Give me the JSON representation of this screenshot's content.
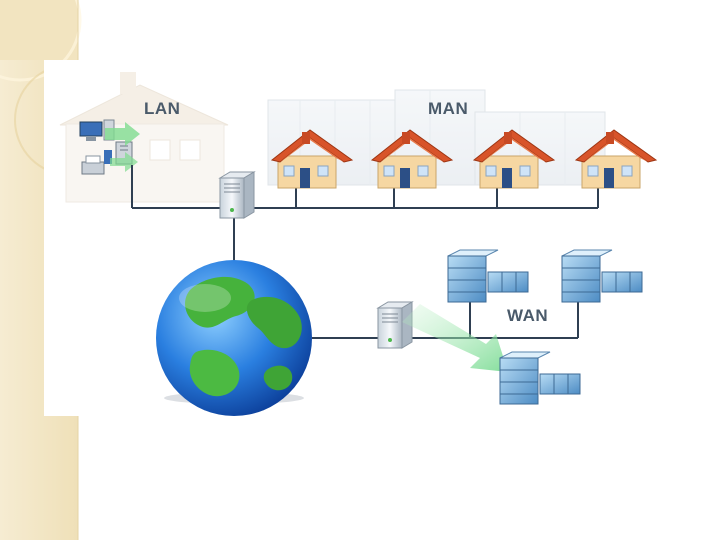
{
  "labels": {
    "lan": "LAN",
    "man": "MAN",
    "wan": "WAN"
  },
  "colors": {
    "panel": "#f4e8c8",
    "line": "#2f3f52",
    "roof": "#d8542a",
    "wall": "#f6d7a2",
    "server_blue": "#7fb8e0",
    "globe_ocean": "#1f6fd0",
    "globe_land": "#3fae3a",
    "arrow_green": "#8fe0a0"
  },
  "icons": {
    "lan_building": "building-icon",
    "city_buildings": "city-buildings-icon",
    "house": "house-icon",
    "server": "server-tower-icon",
    "datacenter": "datacenter-icon",
    "globe": "globe-icon",
    "pc": "desktop-computer-icon",
    "printer": "printer-icon"
  },
  "diagram": {
    "houses": [
      {
        "id": "house-1"
      },
      {
        "id": "house-2"
      },
      {
        "id": "house-3"
      },
      {
        "id": "house-4"
      }
    ],
    "datacenters": [
      {
        "id": "datacenter-1"
      },
      {
        "id": "datacenter-2"
      },
      {
        "id": "datacenter-3"
      }
    ]
  }
}
